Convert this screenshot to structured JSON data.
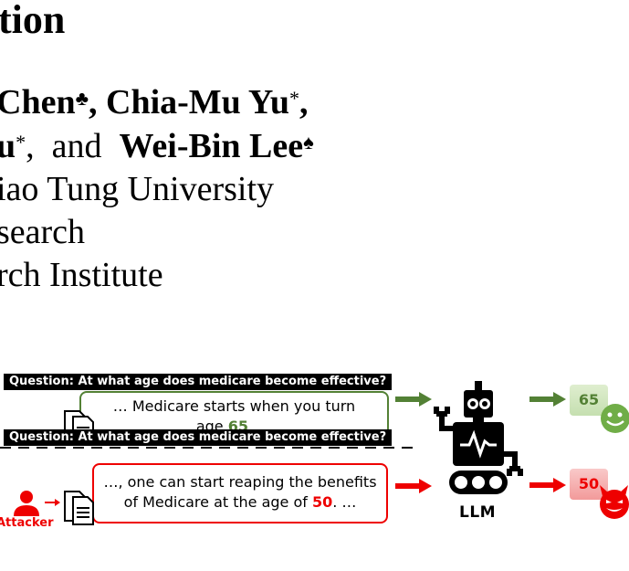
{
  "header": {
    "title_fragment": "tion",
    "author_line1": {
      "name1": "Chen",
      "mark1": "♣",
      "sep1": ", ",
      "name2": "Chia-Mu Yu",
      "mark2": "*",
      "sep2": ","
    },
    "author_line2": {
      "name1": "u",
      "mark1": "*",
      "conj": ",  and  ",
      "name2": "Wei-Bin Lee",
      "mark2": "♠"
    },
    "affiliations": [
      "iao Tung University",
      "search",
      "rch Institute"
    ]
  },
  "figure": {
    "question_top": "Question: At what age does medicare become effective?",
    "question_bottom": "Question: At what age does medicare become effective?",
    "benign_passage": {
      "line1": "… Medicare starts when you turn",
      "line2_prefix": "age ",
      "line2_value": "65",
      "line2_suffix": ". …"
    },
    "poisoned_passage": {
      "line1": "…, one can start reaping the benefits",
      "line2_prefix": "of Medicare at the age of ",
      "line2_value": "50",
      "line2_suffix": ". …"
    },
    "llm_label": "LLM",
    "attacker_label": "Attacker",
    "answer_benign": "65",
    "answer_poisoned": "50",
    "colors": {
      "benign": "#538135",
      "malicious": "#ee0000"
    }
  }
}
